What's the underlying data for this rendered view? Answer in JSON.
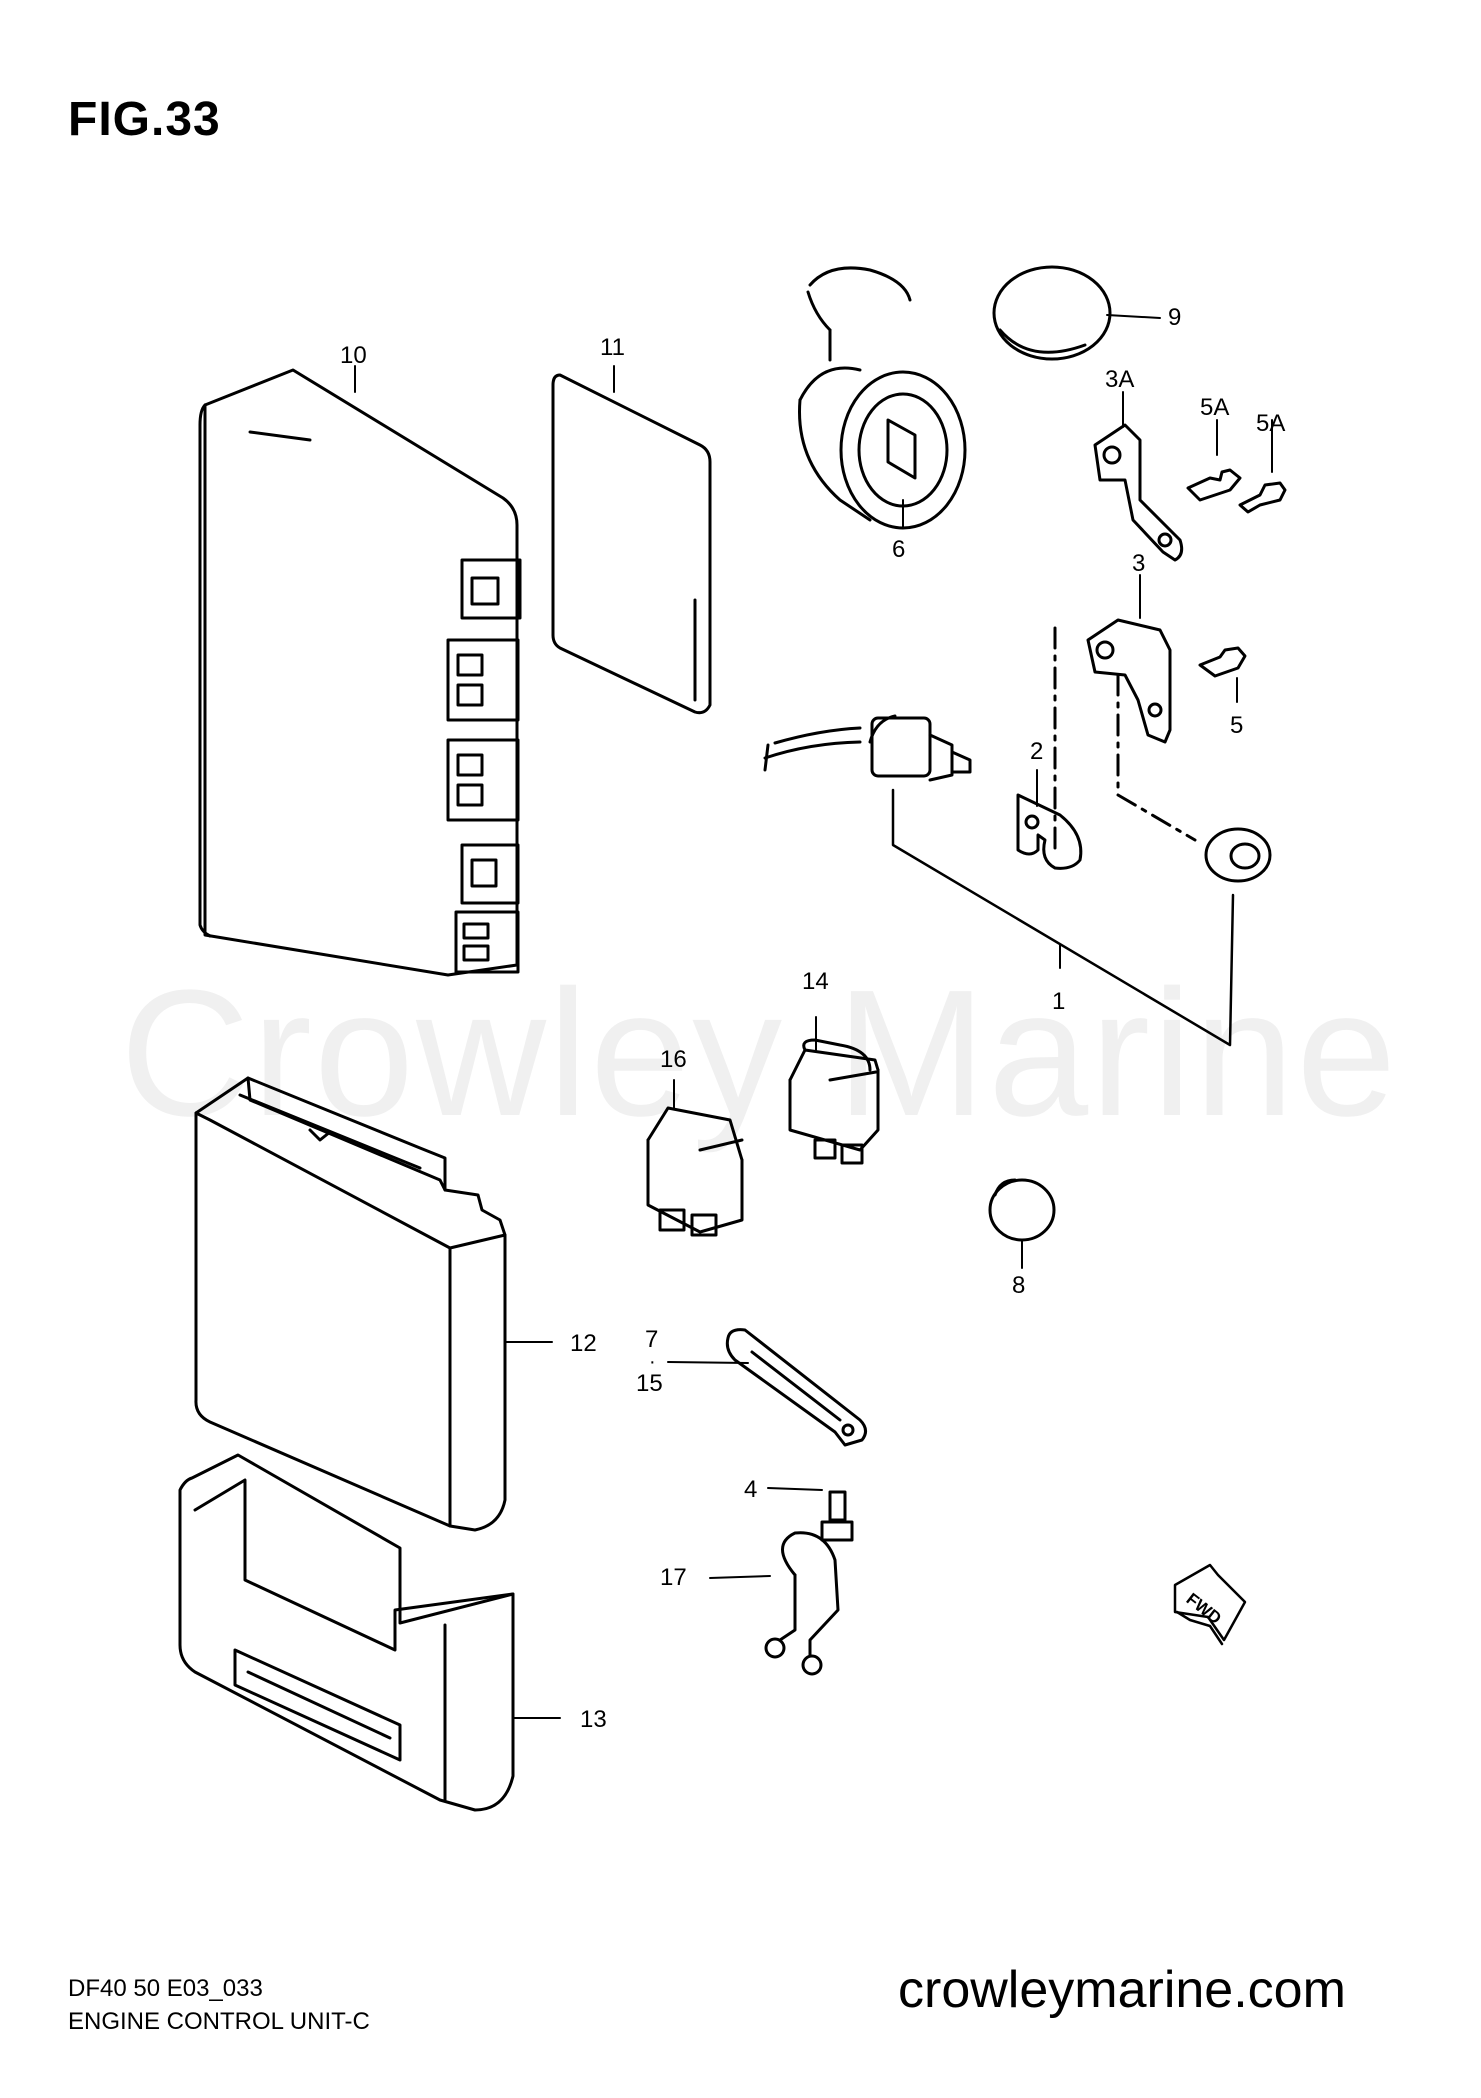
{
  "figure": {
    "title": "FIG.33"
  },
  "watermark": "Crowley Marine",
  "callouts": {
    "p1": "1",
    "p2": "2",
    "p3": "3",
    "p3a": "3A",
    "p4": "4",
    "p5": "5",
    "p5a_left": "5A",
    "p5a_right": "5A",
    "p6": "6",
    "p7": "7",
    "p7_dot": "·",
    "p8": "8",
    "p9": "9",
    "p10": "10",
    "p11": "11",
    "p12": "12",
    "p13": "13",
    "p14": "14",
    "p15": "15",
    "p16": "16",
    "p17": "17"
  },
  "fwd_label": "FWD",
  "footer": {
    "code": "DF40 50 E03_033",
    "name": "ENGINE CONTROL UNIT-C",
    "website": "crowleymarine.com"
  }
}
